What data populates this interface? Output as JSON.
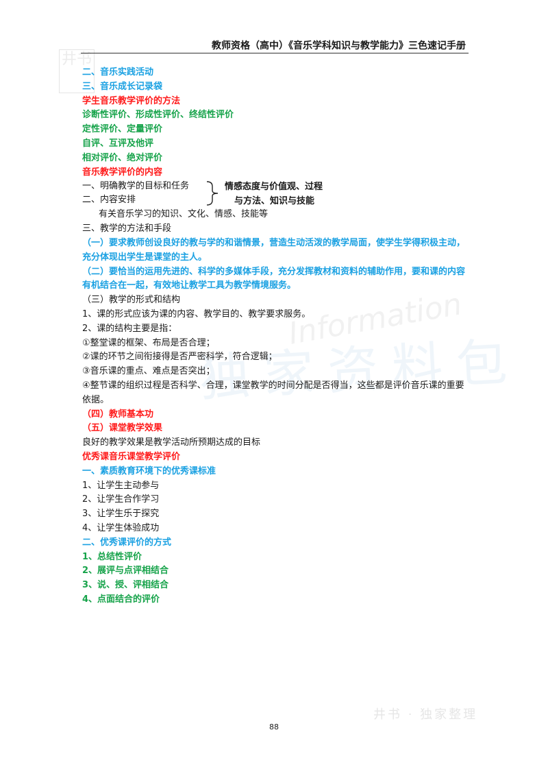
{
  "header": {
    "title": "教师资格（高中）《音乐学科知识与教学能力》三色速记手册"
  },
  "logo": {
    "text": "井书"
  },
  "watermark": {
    "text": "独家资料包",
    "en": "Information"
  },
  "lines": {
    "l1": "二、音乐实践活动",
    "l2": "三、音乐成长记录袋",
    "l3": "学生音乐教学评价的方法",
    "l4": "诊断性评价、形成性评价、终结性评价",
    "l5": "定性评价、定量评价",
    "l6": "自评、互评及他评",
    "l7": "相对评价、绝对评价",
    "l8": "音乐教学评价的内容",
    "l9": "一、明确教学的目标和任务",
    "l10": "二、内容安排",
    "l11": "有关音乐学习的知识、文化、情感、技能等",
    "l12": "三、教学的方法和手段",
    "l13": "（一）要求教师创设良好的教与学的和谐情景，营造生动活泼的教学局面，使学生学得积极主动，充分体现出学生是课堂的主人。",
    "l14": "（二）要恰当的运用先进的、科学的多媒体手段，充分发挥教材和资料的辅助作用，要和课的内容有机结合在一起，有效地让教学工具为教学情境服务。",
    "l15": "（三）教学的形式和结构",
    "l16": "1、课的形式应该为课的内容、教学目的、教学要求服务。",
    "l17": "2、课的结构主要是指：",
    "l18": "①整堂课的框架、布局是否合理；",
    "l19": "②课的环节之间衔接得是否严密科学，符合逻辑；",
    "l20": "③音乐课的重点、难点是否突出；",
    "l21": "④整节课的组织过程是否科学、合理，课堂教学的时间分配是否得当，这些都是评价音乐课的重要依据。",
    "l22": "（四）教师基本功",
    "l23": "（五）课堂教学效果",
    "l24": "良好的教学效果是教学活动所预期达成的目标",
    "l25": "优秀课音乐课堂教学评价",
    "l26": "一、素质教育环境下的优秀课标准",
    "l27": "1、让学生主动参与",
    "l28": "2、让学生合作学习",
    "l29": "3、让学生乐于探究",
    "l30": "4、让学生体验成功",
    "l31": "二、优秀课评价的方式",
    "l32": "1、总结性评价",
    "l33": "2、展评与点评相结合",
    "l34": "3、说、授、评相结合",
    "l35": "4、点面结合的评价"
  },
  "brace_note": {
    "line1": "情感态度与价值观、过程",
    "line2": "与方法、知识与技能"
  },
  "footer": {
    "mark": "井书 · 独家整理",
    "page_number": "88"
  },
  "colors": {
    "blue": "#1ba1e2",
    "red": "#ff1a1a",
    "green": "#16a34a",
    "text": "#1a1a1a"
  }
}
